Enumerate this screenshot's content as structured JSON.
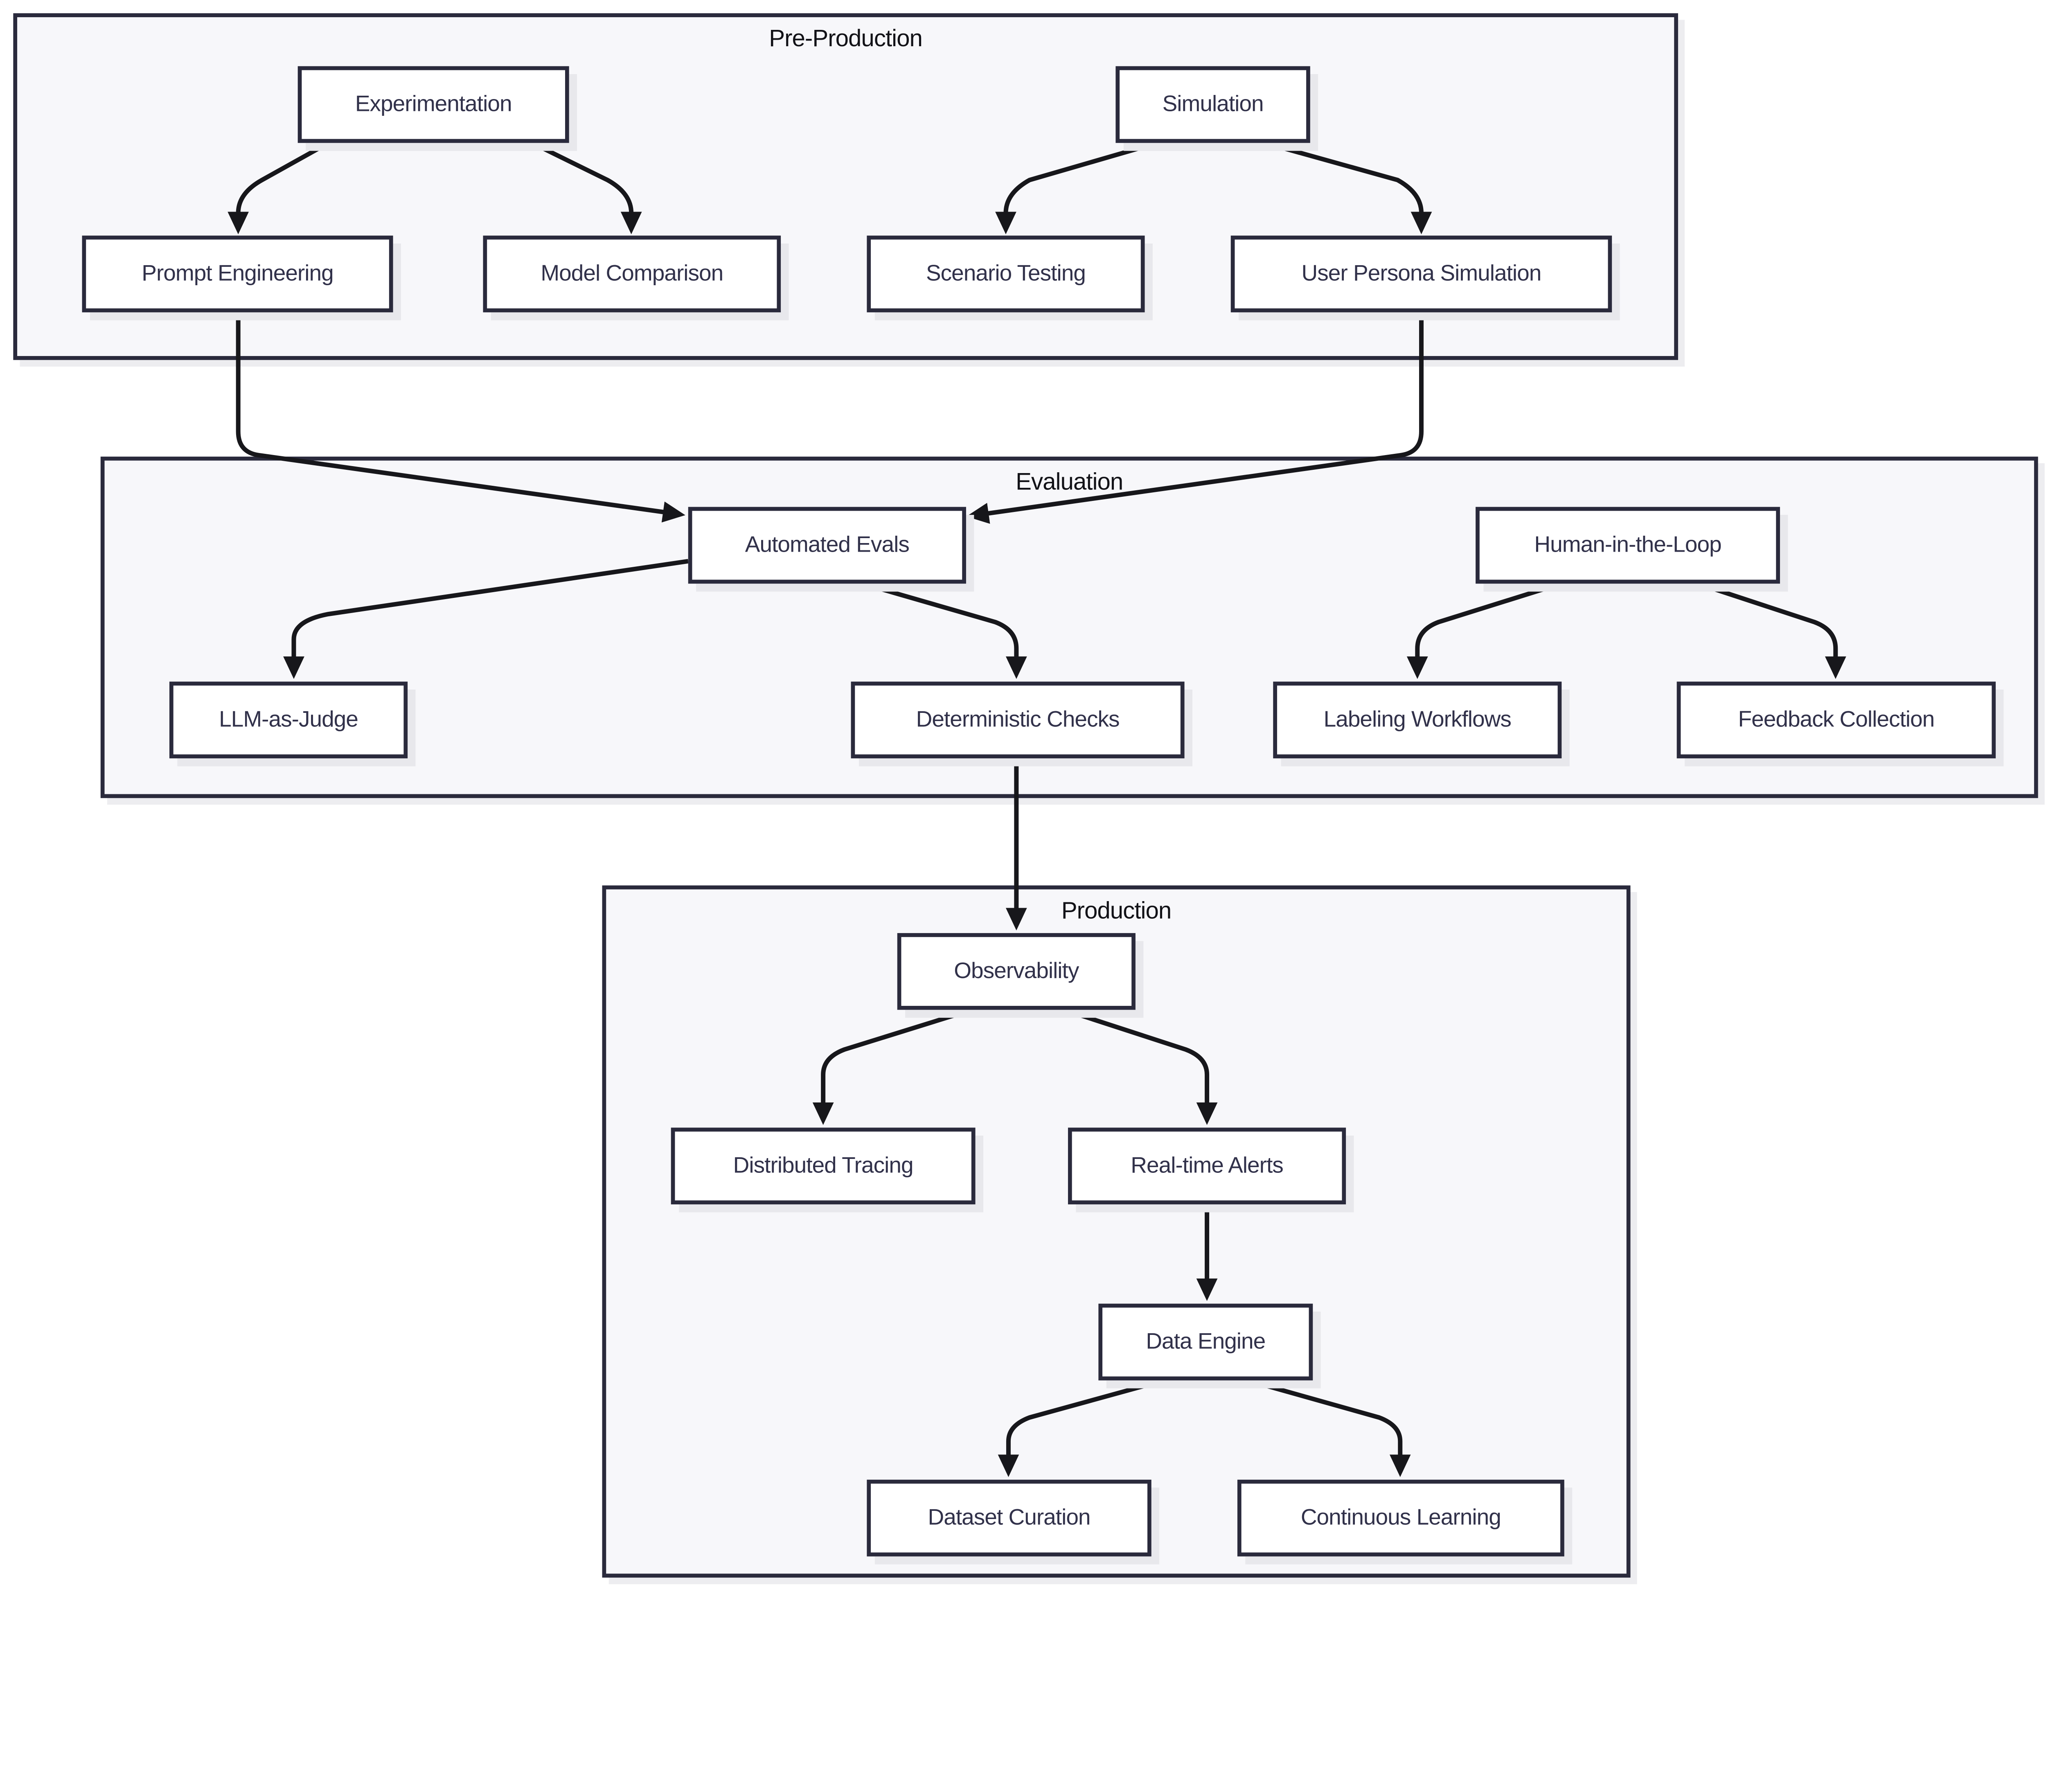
{
  "diagram": {
    "clusters": [
      {
        "id": "pre-production",
        "title": "Pre-Production"
      },
      {
        "id": "evaluation",
        "title": "Evaluation"
      },
      {
        "id": "production",
        "title": "Production"
      }
    ],
    "nodes": [
      {
        "id": "experimentation",
        "label": "Experimentation",
        "cluster": "pre-production"
      },
      {
        "id": "simulation",
        "label": "Simulation",
        "cluster": "pre-production"
      },
      {
        "id": "prompt-engineering",
        "label": "Prompt Engineering",
        "cluster": "pre-production"
      },
      {
        "id": "model-comparison",
        "label": "Model Comparison",
        "cluster": "pre-production"
      },
      {
        "id": "scenario-testing",
        "label": "Scenario Testing",
        "cluster": "pre-production"
      },
      {
        "id": "user-persona-simulation",
        "label": "User Persona Simulation",
        "cluster": "pre-production"
      },
      {
        "id": "automated-evals",
        "label": "Automated Evals",
        "cluster": "evaluation"
      },
      {
        "id": "human-in-the-loop",
        "label": "Human-in-the-Loop",
        "cluster": "evaluation"
      },
      {
        "id": "llm-as-judge",
        "label": "LLM-as-Judge",
        "cluster": "evaluation"
      },
      {
        "id": "deterministic-checks",
        "label": "Deterministic Checks",
        "cluster": "evaluation"
      },
      {
        "id": "labeling-workflows",
        "label": "Labeling Workflows",
        "cluster": "evaluation"
      },
      {
        "id": "feedback-collection",
        "label": "Feedback Collection",
        "cluster": "evaluation"
      },
      {
        "id": "observability",
        "label": "Observability",
        "cluster": "production"
      },
      {
        "id": "distributed-tracing",
        "label": "Distributed Tracing",
        "cluster": "production"
      },
      {
        "id": "real-time-alerts",
        "label": "Real-time Alerts",
        "cluster": "production"
      },
      {
        "id": "data-engine",
        "label": "Data Engine",
        "cluster": "production"
      },
      {
        "id": "dataset-curation",
        "label": "Dataset Curation",
        "cluster": "production"
      },
      {
        "id": "continuous-learning",
        "label": "Continuous Learning",
        "cluster": "production"
      }
    ],
    "edges": [
      {
        "from": "experimentation",
        "to": "prompt-engineering"
      },
      {
        "from": "experimentation",
        "to": "model-comparison"
      },
      {
        "from": "simulation",
        "to": "scenario-testing"
      },
      {
        "from": "simulation",
        "to": "user-persona-simulation"
      },
      {
        "from": "prompt-engineering",
        "to": "automated-evals"
      },
      {
        "from": "user-persona-simulation",
        "to": "automated-evals"
      },
      {
        "from": "automated-evals",
        "to": "llm-as-judge"
      },
      {
        "from": "automated-evals",
        "to": "deterministic-checks"
      },
      {
        "from": "human-in-the-loop",
        "to": "labeling-workflows"
      },
      {
        "from": "human-in-the-loop",
        "to": "feedback-collection"
      },
      {
        "from": "deterministic-checks",
        "to": "observability"
      },
      {
        "from": "observability",
        "to": "distributed-tracing"
      },
      {
        "from": "observability",
        "to": "real-time-alerts"
      },
      {
        "from": "real-time-alerts",
        "to": "data-engine"
      },
      {
        "from": "data-engine",
        "to": "dataset-curation"
      },
      {
        "from": "data-engine",
        "to": "continuous-learning"
      }
    ],
    "colors": {
      "background": "#ffffff",
      "cluster_fill": "#f7f7fa",
      "cluster_border": "#2a2a3c",
      "node_fill": "#ffffff",
      "node_border": "#2a2a3c",
      "node_text": "#31314a",
      "title_text": "#121217",
      "edge": "#17171b",
      "shadow": "#e8e8ec"
    }
  }
}
